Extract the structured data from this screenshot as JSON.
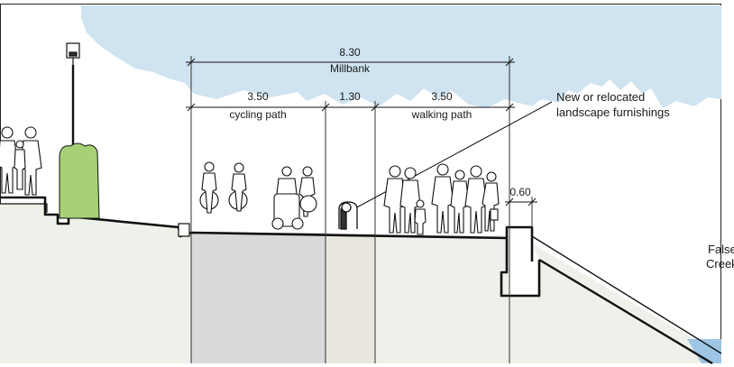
{
  "dimensions": {
    "total": {
      "value": "8.30",
      "label": "Millbank"
    },
    "cycling": {
      "value": "3.50",
      "label": "cycling path"
    },
    "buffer": {
      "value": "1.30"
    },
    "walking": {
      "value": "3.50",
      "label": "walking path"
    },
    "edge": {
      "value": "0.60"
    }
  },
  "callout": {
    "line1": "New or relocated",
    "line2": "landscape furnishings"
  },
  "water": {
    "line1": "False",
    "line2": "Creek"
  },
  "colors": {
    "sky": "#cfe3f1",
    "hedge": "#a6d177",
    "ground": "#eef1e9",
    "cycling_zone": "#d9d9d9",
    "buffer_zone": "#e9e6df",
    "walking_zone": "#f1efe9",
    "water": "#9ec6e4",
    "outline": "#111111"
  }
}
